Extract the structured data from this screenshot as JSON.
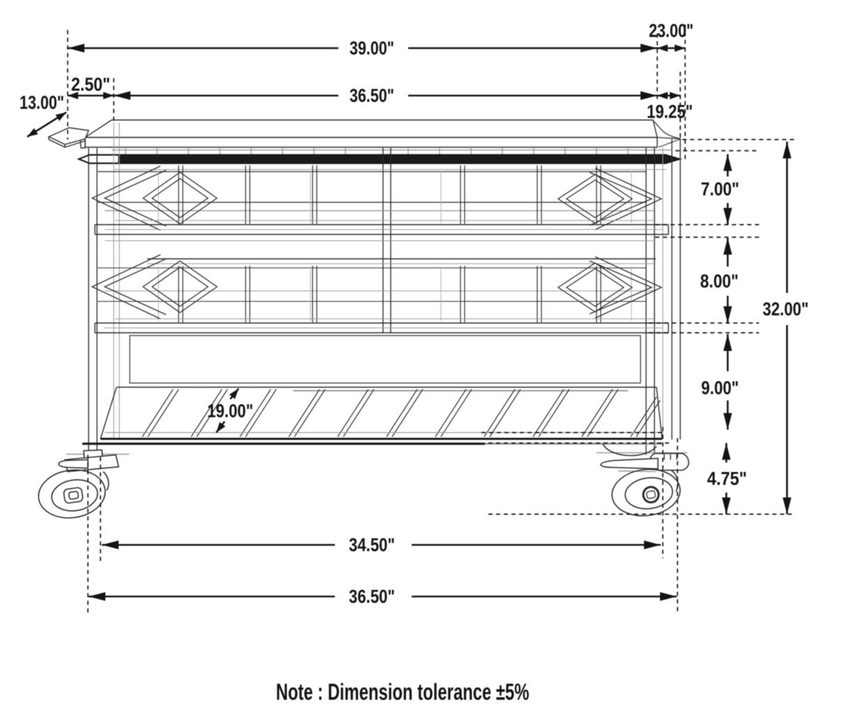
{
  "page": {
    "background": "#ffffff",
    "line_color": "#1c1c1c",
    "note": "Note : Dimension tolerance ±5%"
  },
  "drawing": {
    "subject": "3-tier utility cart with casters - dimension diagram",
    "dimensions": {
      "overall_width": "39.00\"",
      "top_depth": "23.00\"",
      "handle_setback": "2.50\"",
      "top_width": "36.50\"",
      "top_inner_depth": "19.25\"",
      "side_handle_depth": "13.00\"",
      "upper_tier_height": "7.00\"",
      "middle_tier_height": "8.00\"",
      "frame_height": "32.00\"",
      "lower_tier_height": "9.00\"",
      "caster_height": "4.75\"",
      "bottom_shelf_depth": "19.00\"",
      "base_inner_width": "34.50\"",
      "base_width": "36.50\""
    }
  }
}
